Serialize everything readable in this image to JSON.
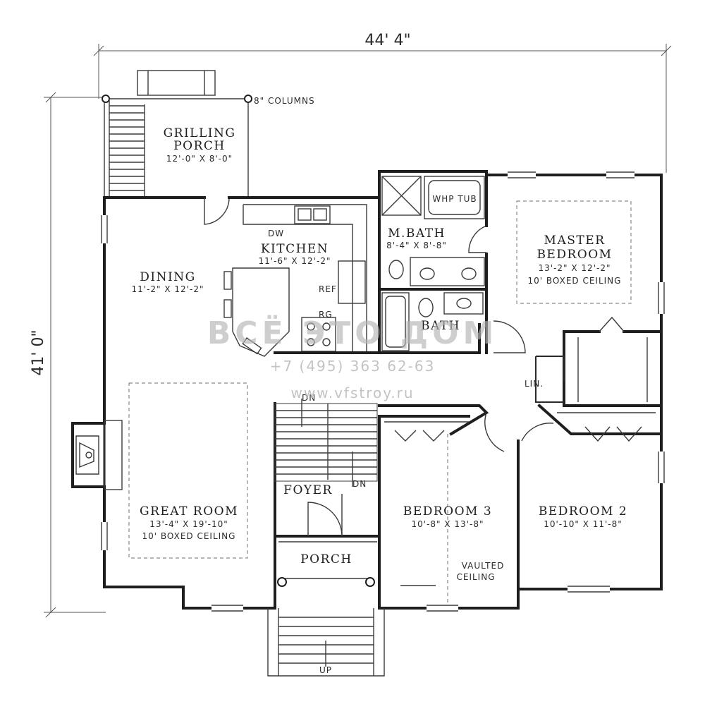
{
  "dimensions": {
    "width": "44' 4\"",
    "depth": "41' 0\""
  },
  "rooms": {
    "grilling_porch": {
      "name_line1": "GRILLING",
      "name_line2": "PORCH",
      "size": "12'-0\" X 8'-0\""
    },
    "kitchen": {
      "name": "KITCHEN",
      "size": "11'-6\" X 12'-2\""
    },
    "dining": {
      "name": "DINING",
      "size": "11'-2\" X 12'-2\""
    },
    "master_bath": {
      "name": "M.BATH",
      "size": "8'-4\" X 8'-8\""
    },
    "master_bedroom": {
      "name_line1": "MASTER",
      "name_line2": "BEDROOM",
      "size": "13'-2\" X 12'-2\"",
      "ceiling": "10' BOXED CEILING"
    },
    "bath": {
      "name": "BATH"
    },
    "great_room": {
      "name": "GREAT ROOM",
      "size": "13'-4\" X 19'-10\"",
      "ceiling": "10' BOXED CEILING"
    },
    "foyer": {
      "name": "FOYER"
    },
    "porch": {
      "name": "PORCH"
    },
    "bedroom3": {
      "name": "BEDROOM 3",
      "size": "10'-8\" X 13'-8\"",
      "ceiling_line1": "VAULTED",
      "ceiling_line2": "CEILING"
    },
    "bedroom2": {
      "name": "BEDROOM 2",
      "size": "10'-10\" X 11'-8\""
    }
  },
  "labels": {
    "columns": "8\" COLUMNS",
    "dw": "DW",
    "ref": "REF",
    "rg": "RG",
    "whp_tub": "WHP TUB",
    "lin": "LIN.",
    "dn_upper": "DN",
    "dn_lower": "DN",
    "up": "UP"
  },
  "watermark": {
    "name": "ВСЁ ЭТО ДОМ",
    "phone": "+7 (495) 363 62-63",
    "url": "www.vfstroy.ru"
  }
}
